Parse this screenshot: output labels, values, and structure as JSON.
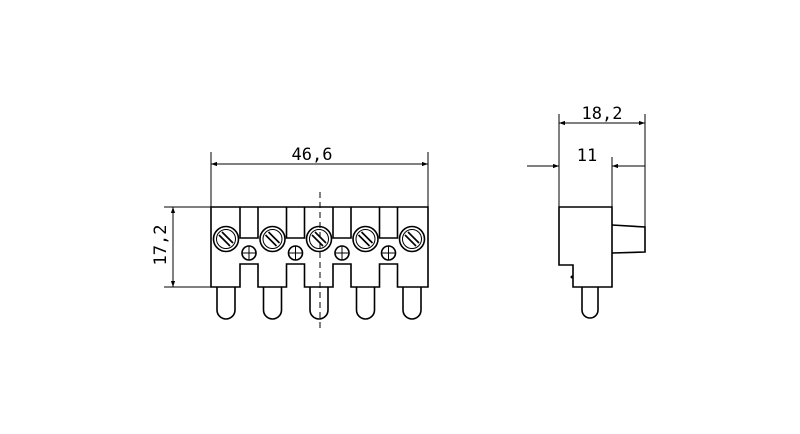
{
  "drawing": {
    "front_view": {
      "width_dimension": "46,6",
      "height_dimension": "17,2",
      "poles": 5
    },
    "side_view": {
      "depth_dimension": "18,2",
      "body_dimension": "11"
    },
    "colors": {
      "line": "#000000",
      "background": "#ffffff"
    }
  }
}
